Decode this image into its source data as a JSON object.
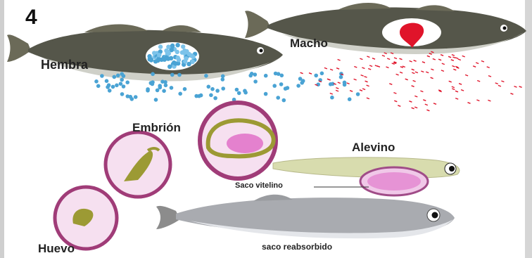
{
  "figure": {
    "panel_number": "4",
    "labels": {
      "female": "Hembra",
      "male": "Macho",
      "embryo": "Embrión",
      "larva": "Alevino",
      "yolk_sac": "Saco vitelino",
      "egg": "Huevo",
      "absorbed_sac": "saco reabsorbido"
    },
    "colors": {
      "fish_dark": "#5a5a4a",
      "fish_belly": "#cfd0c8",
      "eggs_blue": "#4aa3d4",
      "milt_red": "#e0142a",
      "egg_rim": "#a03c78",
      "egg_fill": "#f6e0f0",
      "embryo_body": "#9c9a34",
      "yolk_pink": "#e070c8"
    }
  }
}
